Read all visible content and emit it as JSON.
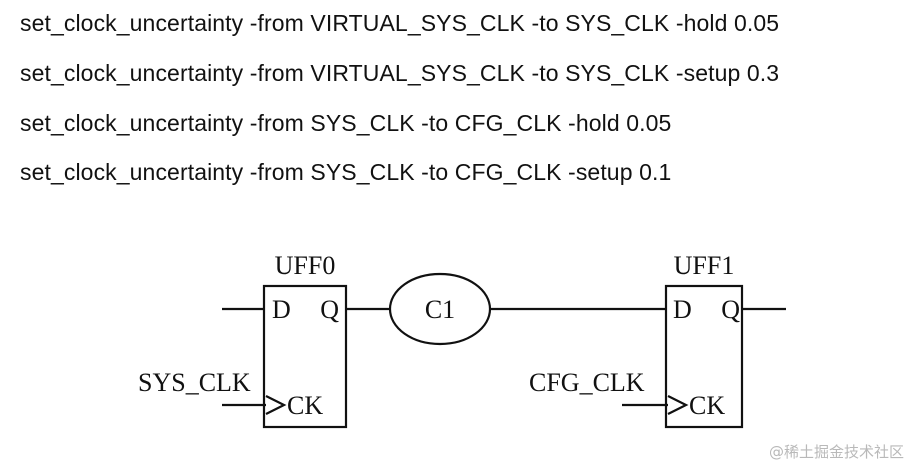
{
  "commands": [
    "set_clock_uncertainty -from VIRTUAL_SYS_CLK -to SYS_CLK -hold 0.05",
    "set_clock_uncertainty -from VIRTUAL_SYS_CLK -to SYS_CLK -setup 0.3",
    "set_clock_uncertainty -from SYS_CLK -to CFG_CLK -hold 0.05",
    "set_clock_uncertainty -from SYS_CLK -to CFG_CLK -setup 0.1"
  ],
  "schematic": {
    "ff0": {
      "name": "UFF0",
      "d_pin": "D",
      "q_pin": "Q",
      "ck_pin": "CK",
      "clock": "SYS_CLK"
    },
    "ff1": {
      "name": "UFF1",
      "d_pin": "D",
      "q_pin": "Q",
      "ck_pin": "CK",
      "clock": "CFG_CLK"
    },
    "logic": {
      "name": "C1"
    }
  },
  "watermark": "@稀土掘金技术社区"
}
